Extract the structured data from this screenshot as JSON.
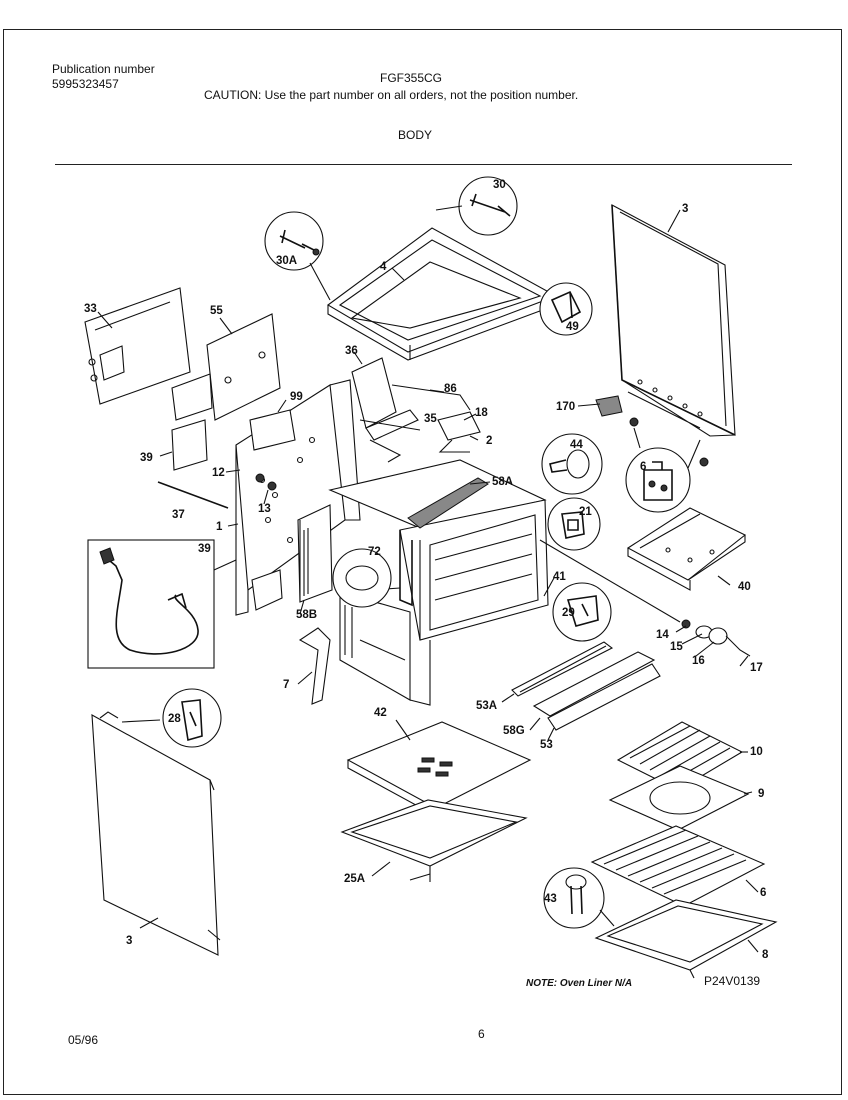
{
  "header": {
    "publication_label": "Publication number",
    "publication_number": "5995323457",
    "model": "FGF355CG",
    "caution": "CAUTION:  Use the part number on all orders, not the position number.",
    "section_title": "BODY"
  },
  "diagram": {
    "callouts": [
      "30",
      "3",
      "30A",
      "4",
      "33",
      "55",
      "49",
      "36",
      "86",
      "99",
      "170",
      "18",
      "35",
      "2",
      "39",
      "44",
      "12",
      "6",
      "58A",
      "37",
      "13",
      "1",
      "21",
      "39",
      "72",
      "40",
      "41",
      "58B",
      "29",
      "14",
      "15",
      "16",
      "17",
      "7",
      "53A",
      "42",
      "58G",
      "53",
      "28",
      "10",
      "9",
      "25A",
      "6",
      "43",
      "3",
      "8"
    ],
    "note": "NOTE: Oven Liner N/A",
    "drawing_code": "P24V0139"
  },
  "footer": {
    "date": "05/96",
    "page_number": "6"
  }
}
